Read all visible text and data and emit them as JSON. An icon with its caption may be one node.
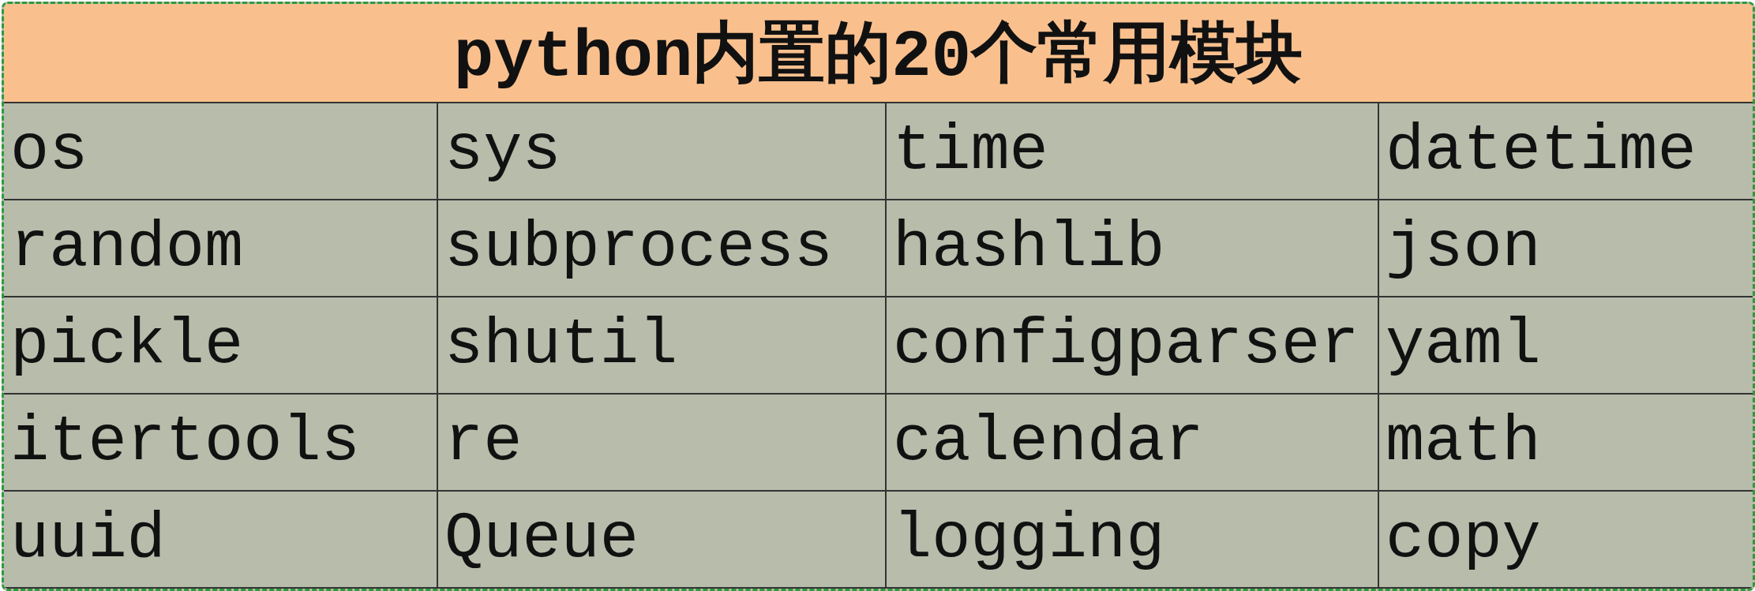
{
  "diagram": {
    "title": "python内置的20个常用模块",
    "labels": [
      "os",
      "sys",
      "time",
      "datetime",
      "random",
      "subprocess",
      "hashlib",
      "json",
      "pickle",
      "shutil",
      "configparser",
      "yaml",
      "itertools",
      "re",
      "calendar",
      "math",
      "uuid",
      "Queue",
      "logging",
      "copy"
    ]
  }
}
